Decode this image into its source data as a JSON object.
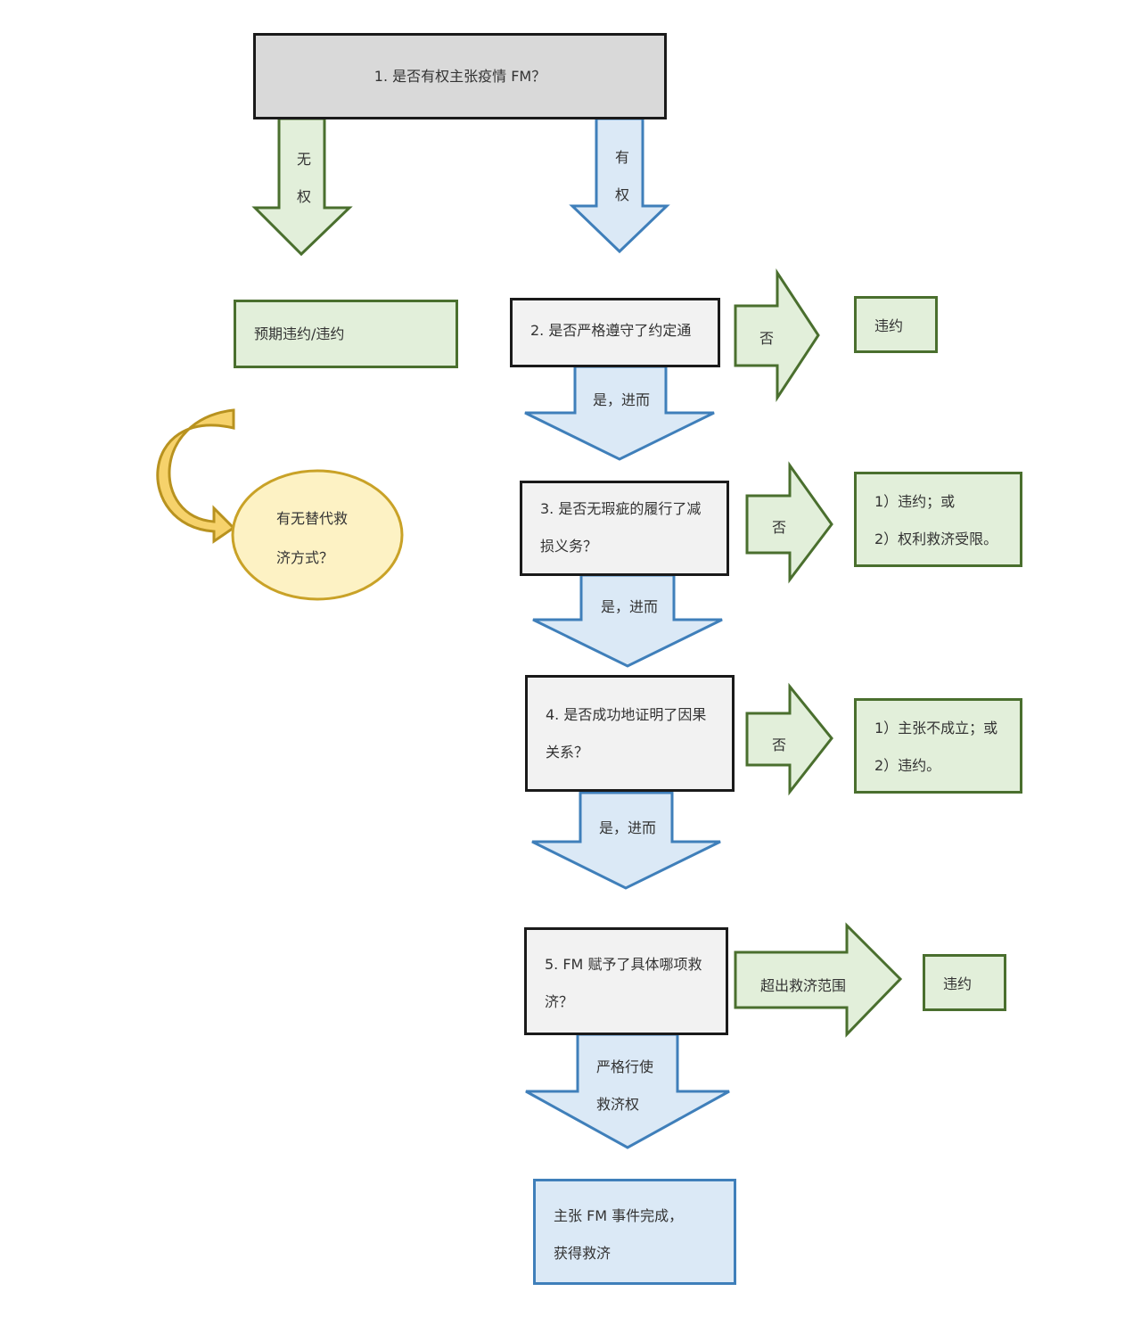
{
  "question1": "1. 是否有权主张疫情 FM？",
  "label_no_right": [
    "无",
    "权"
  ],
  "label_has_right": [
    "有",
    "权"
  ],
  "anticipatory_breach": "预期违约/违约",
  "alternative_remedy": [
    "有无替代救",
    "济方式？"
  ],
  "question2": "2. 是否严格遵守了约定通",
  "q2_no": "否",
  "q2_result": "违约",
  "q2_yes": "是，进而",
  "question3": [
    "3. 是否无瑕疵的履行了减",
    "损义务？"
  ],
  "q3_no": "否",
  "q3_result": [
    "1）违约；或",
    "2）权利救济受限。"
  ],
  "q3_yes": "是，进而",
  "question4": [
    "4. 是否成功地证明了因果",
    "关系？"
  ],
  "q4_no": "否",
  "q4_result": [
    "1）主张不成立；或",
    "2）违约。"
  ],
  "q4_yes": "是，进而",
  "question5": [
    "5. FM 赋予了具体哪项救",
    "济？"
  ],
  "q5_exceed": "超出救济范围",
  "q5_result": "违约",
  "q5_yes": [
    "严格行使",
    "救济权"
  ],
  "final": [
    "主张 FM 事件完成，",
    "获得救济"
  ],
  "colors": {
    "green_fill": "#e2efda",
    "green_border": "#4a6f2e",
    "blue_fill": "#dbe9f6",
    "blue_border": "#3f7fba",
    "yellow_fill": "#fdf2c4",
    "yellow_border": "#c9a227",
    "grey_fill": "#d9d9d9",
    "dark_border": "#1a1a1a"
  }
}
